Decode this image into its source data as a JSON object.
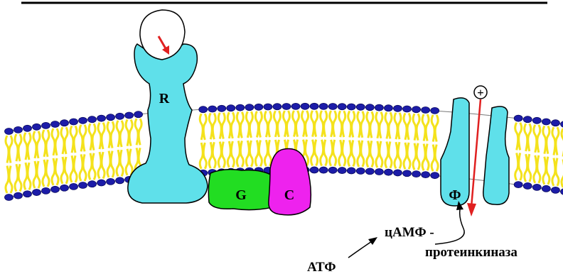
{
  "labels": {
    "receptor": "R",
    "g_protein": "G",
    "cyclase": "C",
    "phosphorylation_site": "Ф",
    "atp": "АТФ",
    "camp_line1": "цАМФ -",
    "camp_line2": "протеинкиназа",
    "plus_sign": "+"
  },
  "colors": {
    "background": "#ffffff",
    "lipid_head": "#1c1ca8",
    "lipid_head_edge": "#0a0a60",
    "lipid_tail": "#f4e21c",
    "lipid_tail_edge": "#8a7a10",
    "receptor": "#5fe0ea",
    "ligand": "#ffffff",
    "g_protein": "#22dd22",
    "cyclase": "#ee22ee",
    "channel": "#5fe0ea",
    "ion_arrow": "#e02020",
    "outline": "#000000"
  }
}
